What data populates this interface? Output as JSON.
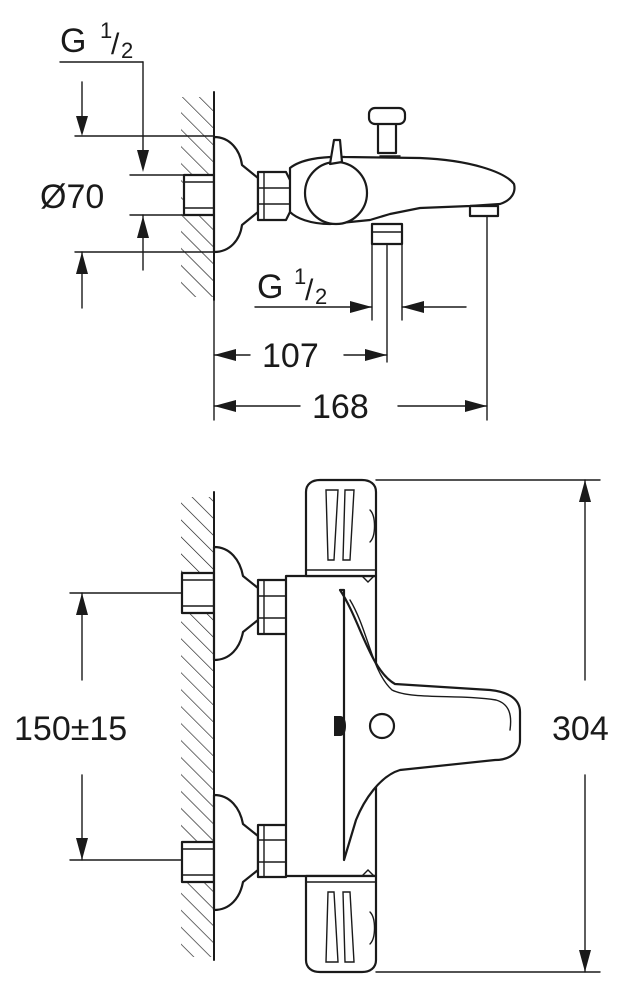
{
  "side_view": {
    "thread_top": {
      "prefix": "G",
      "num": "1",
      "slash": "/",
      "den": "2"
    },
    "diameter": "Ø70",
    "thread_bottom": {
      "prefix": "G",
      "num": "1",
      "slash": "/",
      "den": "2"
    },
    "dim_spout_outlet": "107",
    "dim_projection": "168"
  },
  "front_view": {
    "dim_inlet_spacing": "150±15",
    "dim_height": "304"
  }
}
